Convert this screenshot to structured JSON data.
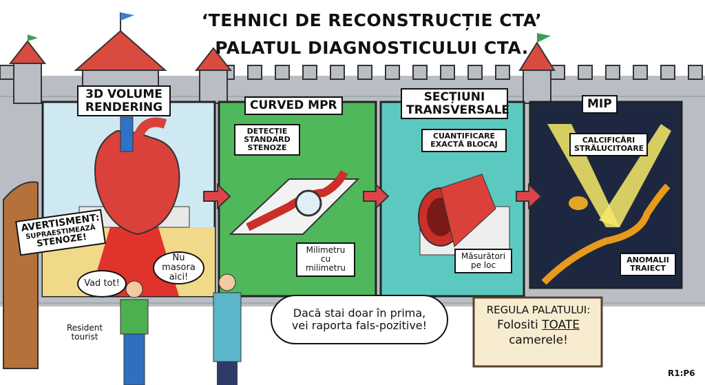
{
  "title": {
    "line1": "‘TEHNICI DE RECONSTRUCȚIE CTA’",
    "line2": "PALATUL DIAGNOSTICULUI CTA."
  },
  "panels": [
    {
      "label": "3D VOLUME RENDERING",
      "note": ""
    },
    {
      "label": "CURVED MPR",
      "note": "DETECȚIE STANDARD STENOZE",
      "callout": "Milimetru cu milimetru"
    },
    {
      "label": "SECȚIUNI TRANSVERSALE",
      "note": "CUANTIFICARE EXACTĂ BLOCAJ",
      "callout": "Măsurători pe loc"
    },
    {
      "label": "MIP",
      "note": "CALCIFICĂRI STRĂLUCITOARE",
      "callout": "ANOMALII TRAIECT"
    }
  ],
  "warning": {
    "line1": "AVERTISMENT:",
    "line2": "SUPRAESTIMEAZĂ",
    "line3": "STENOZE!"
  },
  "bubbles": {
    "tourist": "Vad tot!",
    "doctor": "Nu masora aici!",
    "main": "Dacă stai doar în prima, vei raporta fals-pozitive!"
  },
  "tourist_label": "Resident tourist",
  "rule": {
    "line1": "REGULA PALATULUI:",
    "line2a": "Folositi ",
    "line2b": "TOATE",
    "line3": "camerele!"
  },
  "page_id": "R1:P6",
  "colors": {
    "wall": "#b9bec4",
    "panel1": "#cfe9f2",
    "panel2": "#4fb85a",
    "panel3": "#5cc9c0",
    "panel4": "#1d2840",
    "arrow": "#e0444a"
  }
}
